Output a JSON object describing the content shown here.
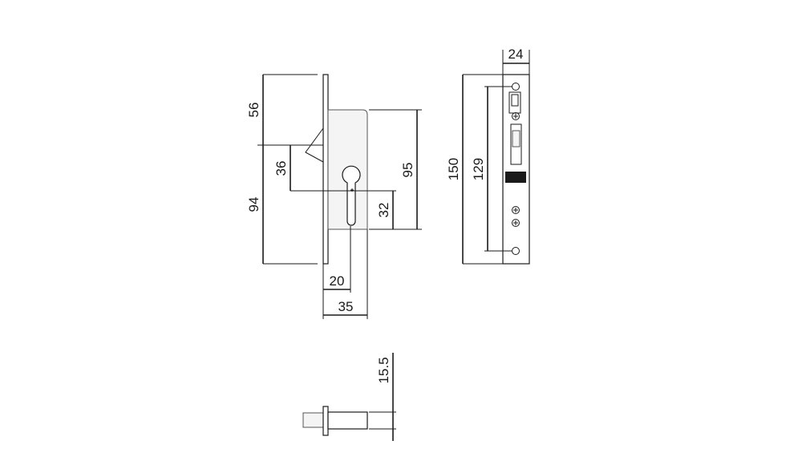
{
  "dimensions": {
    "d56": "56",
    "d36": "36",
    "d94": "94",
    "d95": "95",
    "d32": "32",
    "d20": "20",
    "d35": "35",
    "d150": "150",
    "d129": "129",
    "d24": "24",
    "d15_5": "15.5"
  },
  "colors": {
    "line": "#1a1a1a",
    "paper": "#ffffff"
  }
}
